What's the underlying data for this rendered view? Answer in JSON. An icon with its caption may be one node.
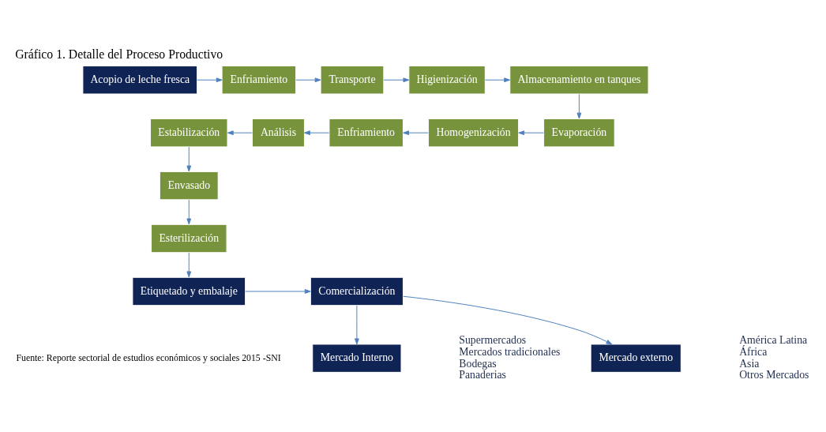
{
  "diagram": {
    "title": "Gráfico 1. Detalle del Proceso Productivo",
    "caption": "Fuente: Reporte sectorial de estudios económicos y sociales 2015 -SNI",
    "nodes": [
      {
        "text": [
          "Acopio de leche fresca"
        ]
      },
      {
        "text": [
          "Enfriamiento"
        ]
      },
      {
        "text": [
          "Transporte"
        ]
      },
      {
        "text": [
          "Higienización"
        ]
      },
      {
        "text": [
          "Almacenamiento en tanques"
        ]
      },
      {
        "text": [
          "Estabilización"
        ]
      },
      {
        "text": [
          "Análisis"
        ]
      },
      {
        "text": [
          "Enfriamiento"
        ]
      },
      {
        "text": [
          "Homogenización"
        ]
      },
      {
        "text": [
          "Evaporación"
        ]
      },
      {
        "text": [
          "Envasado"
        ]
      },
      {
        "text": [
          "Esterilización"
        ]
      },
      {
        "text": [
          "Etiquetado y embalaje"
        ]
      },
      {
        "text": [
          "Comercialización"
        ]
      },
      {
        "text": [
          "Mercado Interno"
        ],
        "beside": [
          "Supermercados",
          "Mercados tradicionales",
          "Bodegas",
          "Panaderias"
        ]
      },
      {
        "text": [
          "Mercado externo"
        ],
        "beside": [
          "América Latina",
          "África",
          "Asia",
          "Otros Mercados"
        ]
      }
    ],
    "edges": [
      {
        "from": 0,
        "to": 1,
        "arrow": "to"
      },
      {
        "from": 1,
        "to": 2,
        "arrow": "to"
      },
      {
        "from": 2,
        "to": 3,
        "arrow": "to"
      },
      {
        "from": 3,
        "to": 4,
        "arrow": "to"
      },
      {
        "from": 4,
        "to": 9,
        "arrow": "to"
      },
      {
        "from": 9,
        "to": 8,
        "arrow": "to"
      },
      {
        "from": 8,
        "to": 7,
        "arrow": "to"
      },
      {
        "from": 7,
        "to": 6,
        "arrow": "to"
      },
      {
        "from": 6,
        "to": 5,
        "arrow": "to"
      },
      {
        "from": 5,
        "to": 10,
        "arrow": "to"
      },
      {
        "from": 10,
        "to": 11,
        "arrow": "to"
      },
      {
        "from": 11,
        "to": 12,
        "arrow": "to"
      },
      {
        "from": 12,
        "to": 13,
        "arrow": "to"
      },
      {
        "from": 13,
        "to": 14,
        "arrow": "to"
      },
      {
        "from": 13,
        "to": 15,
        "arrow": "to"
      }
    ]
  }
}
